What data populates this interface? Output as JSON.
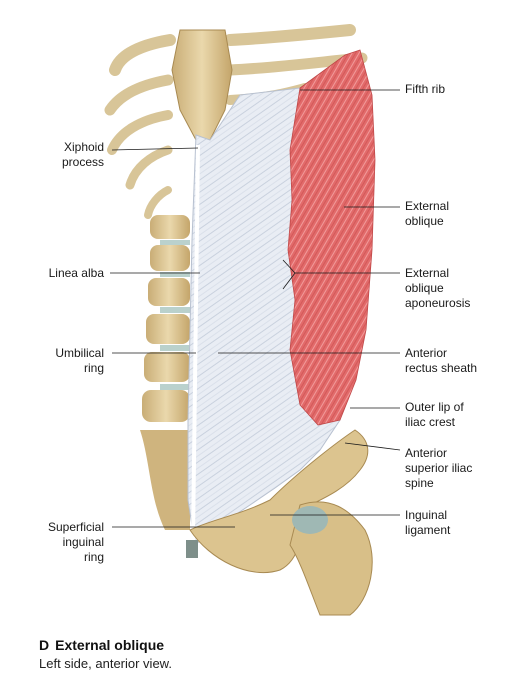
{
  "labels": {
    "fifth_rib": "Fifth rib",
    "xiphoid": [
      "Xiphoid",
      "process"
    ],
    "external_oblique": [
      "External",
      "oblique"
    ],
    "linea_alba": "Linea alba",
    "ext_oblique_aponeurosis": [
      "External",
      "oblique",
      "aponeurosis"
    ],
    "umbilical_ring": [
      "Umbilical",
      "ring"
    ],
    "anterior_rectus_sheath": [
      "Anterior",
      "rectus sheath"
    ],
    "outer_lip_iliac_crest": [
      "Outer lip of",
      "iliac crest"
    ],
    "asis": [
      "Anterior",
      "superior iliac",
      "spine"
    ],
    "superficial_inguinal_ring": [
      "Superficial",
      "inguinal",
      "ring"
    ],
    "inguinal_ligament": [
      "Inguinal",
      "ligament"
    ]
  },
  "caption": {
    "letter": "D",
    "title": "External oblique",
    "subtitle": "Left side, anterior view."
  },
  "colors": {
    "bone": "#e2cfa0",
    "bone_dark": "#b89a62",
    "aponeurosis": "#e8ecf3",
    "muscle": "#e26a6a",
    "leader": "#1a1a1a"
  }
}
